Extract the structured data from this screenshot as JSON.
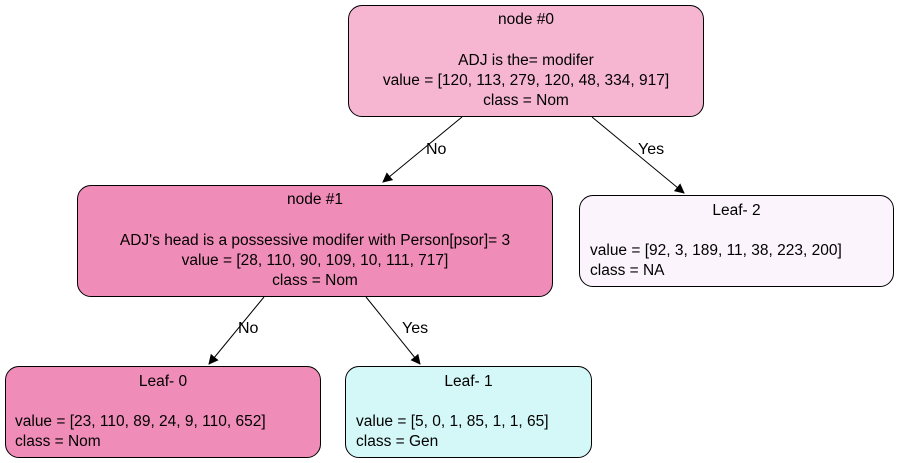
{
  "colors": {
    "node0_fill": "#f6b6d1",
    "node1_fill": "#f08cb8",
    "leaf0_fill": "#f08cb8",
    "leaf1_fill": "#d3f8f7",
    "leaf2_fill": "#fbf4fc",
    "stroke": "#000000"
  },
  "nodes": {
    "node0": {
      "id": "node #0",
      "question": "ADJ is the= modifer",
      "value": "value = [120, 113, 279, 120, 48, 334, 917]",
      "class": "class = Nom"
    },
    "node1": {
      "id": "node #1",
      "question": "ADJ's head is a possessive modifer with Person[psor]= 3",
      "value": "value = [28, 110, 90, 109, 10, 111, 717]",
      "class": "class = Nom"
    },
    "leaf0": {
      "id": "Leaf- 0",
      "value": "value = [23, 110, 89, 24, 9, 110, 652]",
      "class": "class = Nom"
    },
    "leaf1": {
      "id": "Leaf- 1",
      "value": "value = [5, 0, 1, 85, 1, 1, 65]",
      "class": "class = Gen"
    },
    "leaf2": {
      "id": "Leaf- 2",
      "value": "value = [92, 3, 189, 11, 38, 223, 200]",
      "class": "class = NA"
    }
  },
  "edges": {
    "node0_no": "No",
    "node0_yes": "Yes",
    "node1_no": "No",
    "node1_yes": "Yes"
  }
}
